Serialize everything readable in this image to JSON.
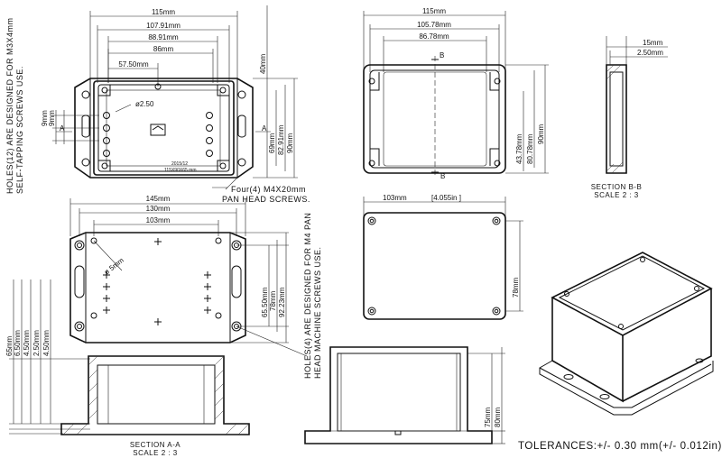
{
  "top_view": {
    "dims_horizontal": [
      "115mm",
      "107.91mm",
      "88.91mm",
      "86mm",
      "57.50mm"
    ],
    "dims_vertical": [
      "40mm",
      "69mm",
      "82.91mm",
      "90mm",
      "9mm",
      "9mm"
    ],
    "hole_dia": "ø2.50",
    "section_marker": "A",
    "label_line1": "2015/12",
    "label_line2": "115X90X65 mm",
    "note_holes": "HOLES(12) ARE DESIGNED FOR M3X4mm",
    "note_holes_2": "SELF-TAPPING SCREWS USE.",
    "note_screws": "Four(4) M4X20mm",
    "note_screws_2": "PAN HEAD SCREWS."
  },
  "lid_view": {
    "dims_horizontal": [
      "115mm",
      "105.78mm",
      "86.78mm"
    ],
    "dims_vertical": [
      "43.78mm",
      "80.78mm",
      "90mm"
    ],
    "section_marker": "B"
  },
  "section_bb": {
    "dims": [
      "15mm",
      "2.50mm"
    ],
    "title": "SECTION B-B",
    "scale": "SCALE 2 : 3"
  },
  "bottom_view": {
    "dims_horizontal": [
      "145mm",
      "130mm",
      "103mm"
    ],
    "dims_vertical": [
      "65.50mm",
      "78mm",
      "92.23mm"
    ],
    "hole_dia": "ø 5mm",
    "note_holes": "HOLES(4) ARE DESIGNED FOR M4 PAN",
    "note_holes_2": "HEAD MACHINE SCREWS USE."
  },
  "base_view": {
    "dim_horizontal": "103mm",
    "dim_horizontal_in": "[4.055in ]",
    "dim_vertical": "78mm"
  },
  "section_aa": {
    "dims": [
      "65mm",
      "6.50mm",
      "4.50mm",
      "2.50mm",
      "4.50mm"
    ],
    "title": "SECTION A-A",
    "scale": "SCALE 2 : 3"
  },
  "side_view": {
    "dims": [
      "75mm",
      "80mm"
    ]
  },
  "tolerances": "TOLERANCES:+/- 0.30 mm(+/- 0.012in)"
}
